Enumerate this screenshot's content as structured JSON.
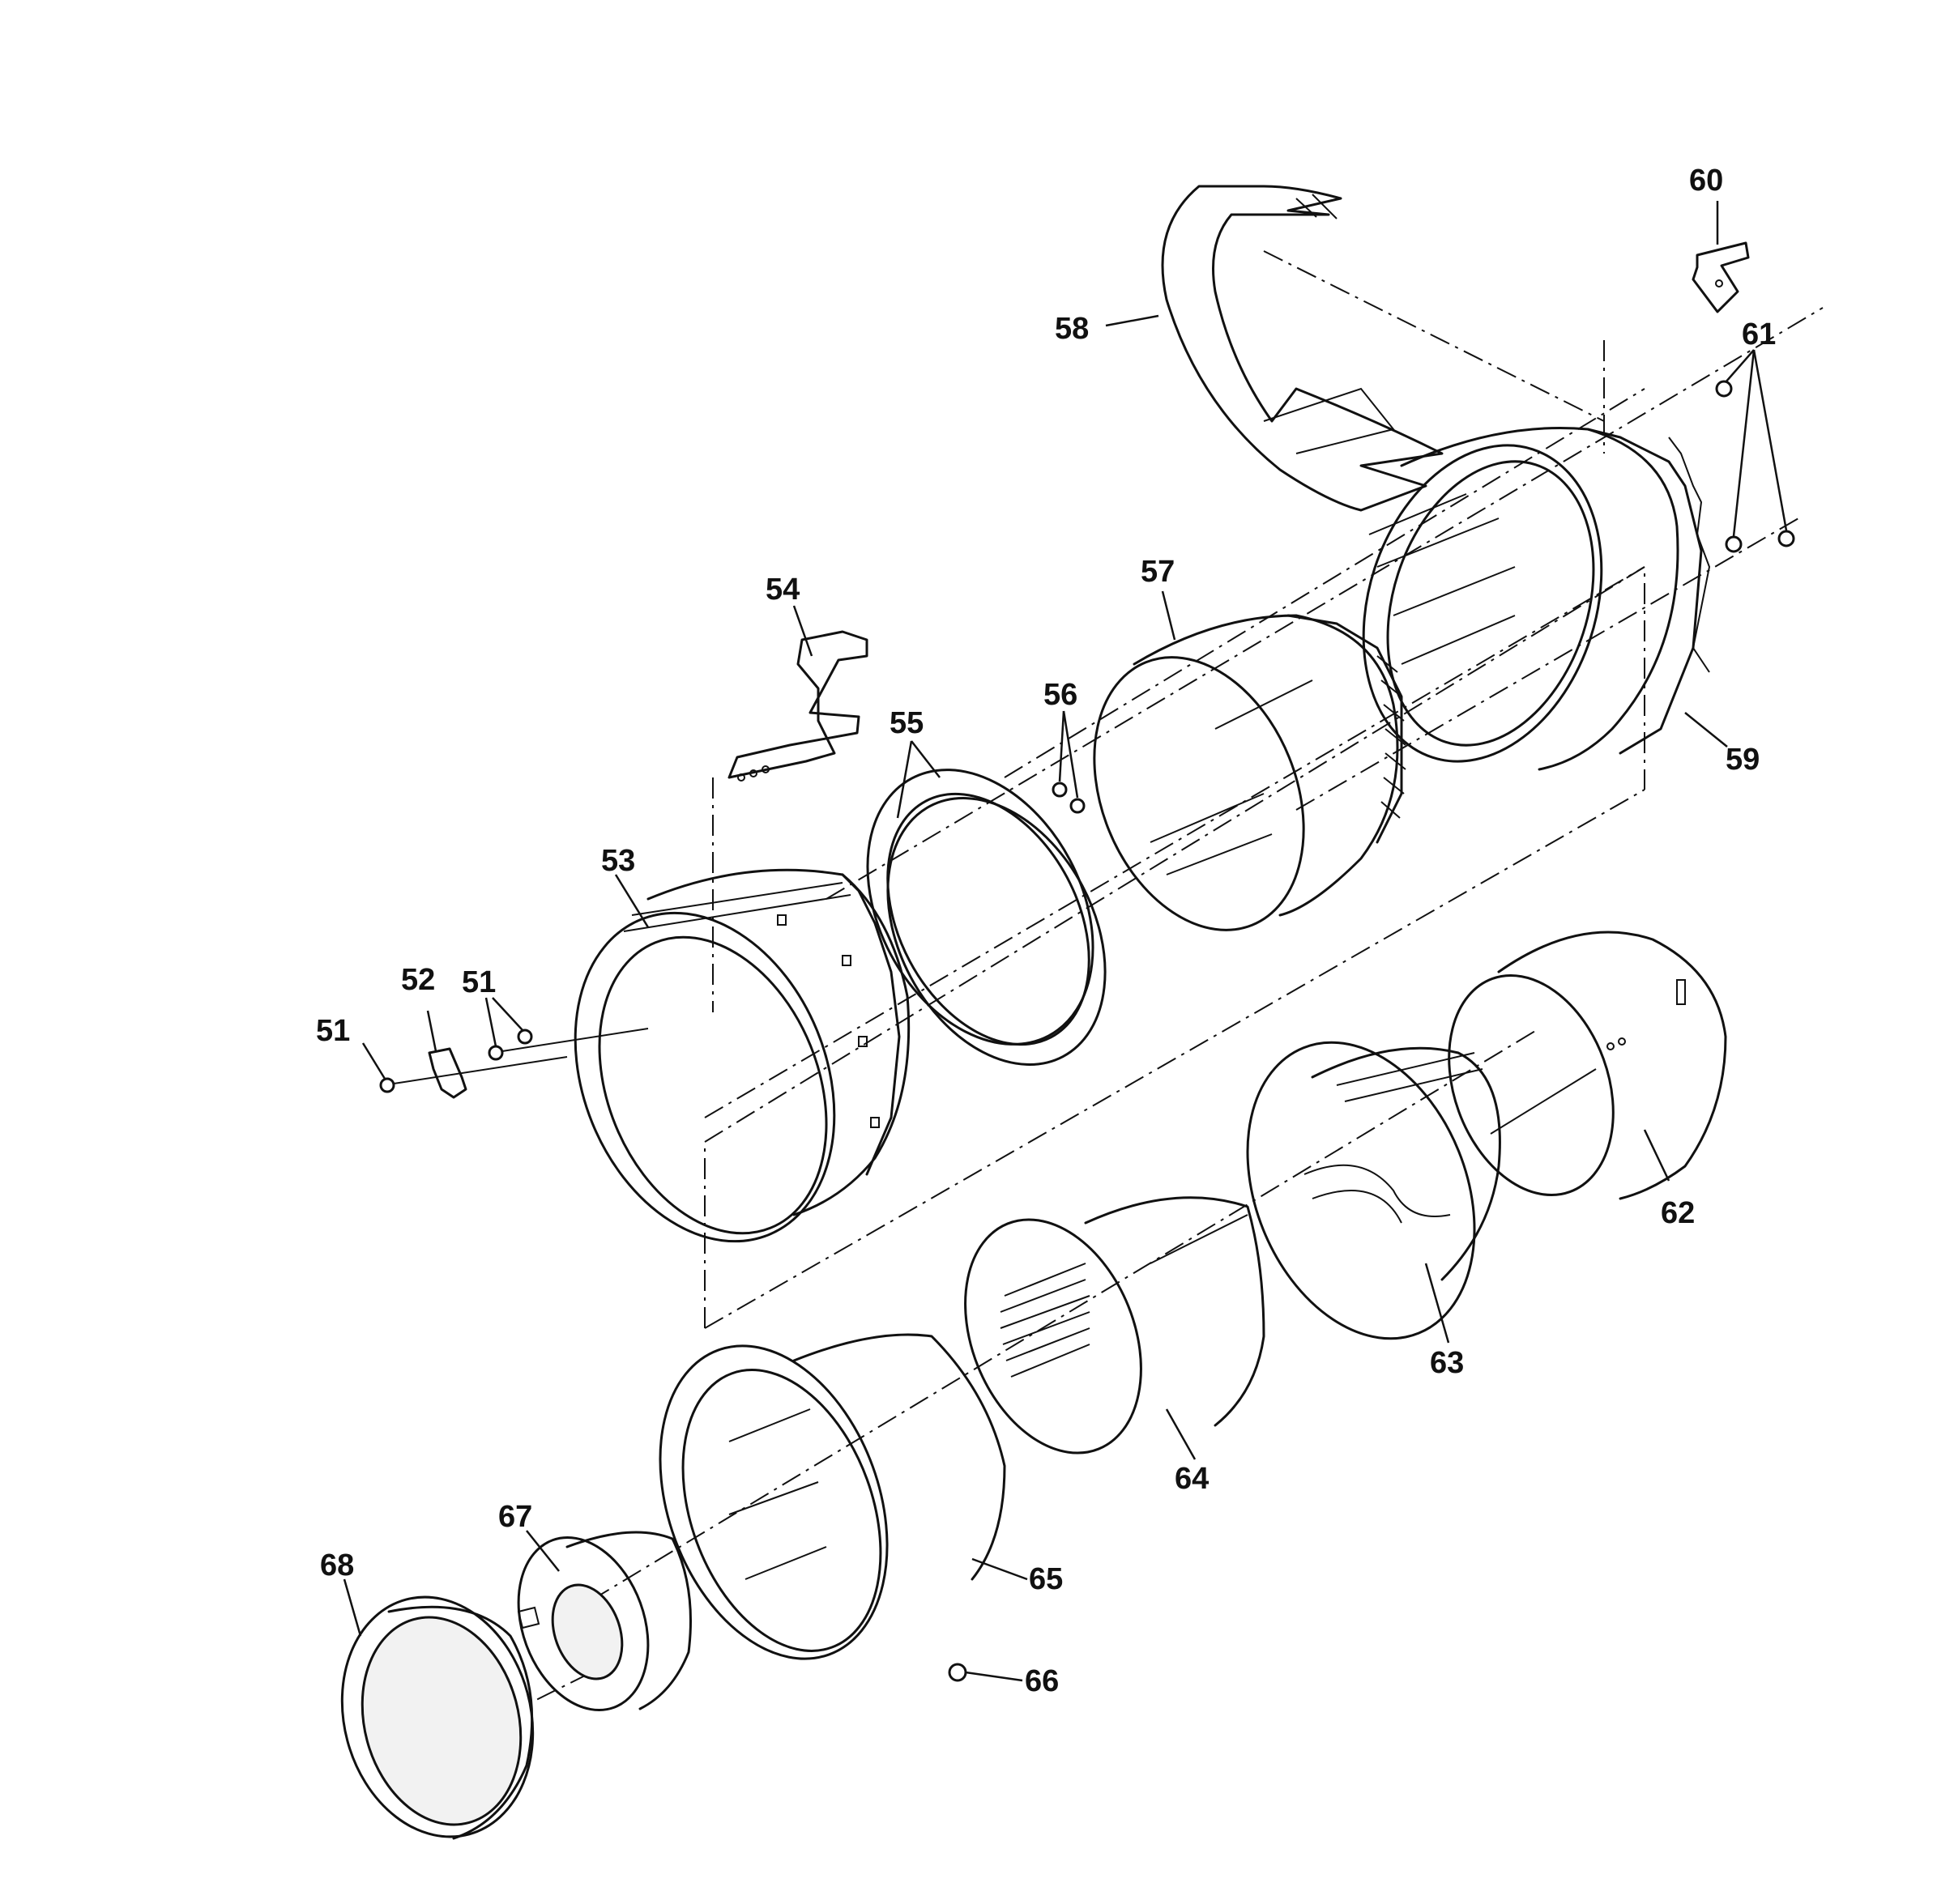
{
  "diagram": {
    "callouts": {
      "p51a": "51",
      "p51b": "51",
      "p52": "52",
      "p53": "53",
      "p54": "54",
      "p55": "55",
      "p56": "56",
      "p57": "57",
      "p58": "58",
      "p59": "59",
      "p60": "60",
      "p61": "61",
      "p62": "62",
      "p63": "63",
      "p64": "64",
      "p65": "65",
      "p66": "66",
      "p67": "67",
      "p68": "68"
    }
  }
}
